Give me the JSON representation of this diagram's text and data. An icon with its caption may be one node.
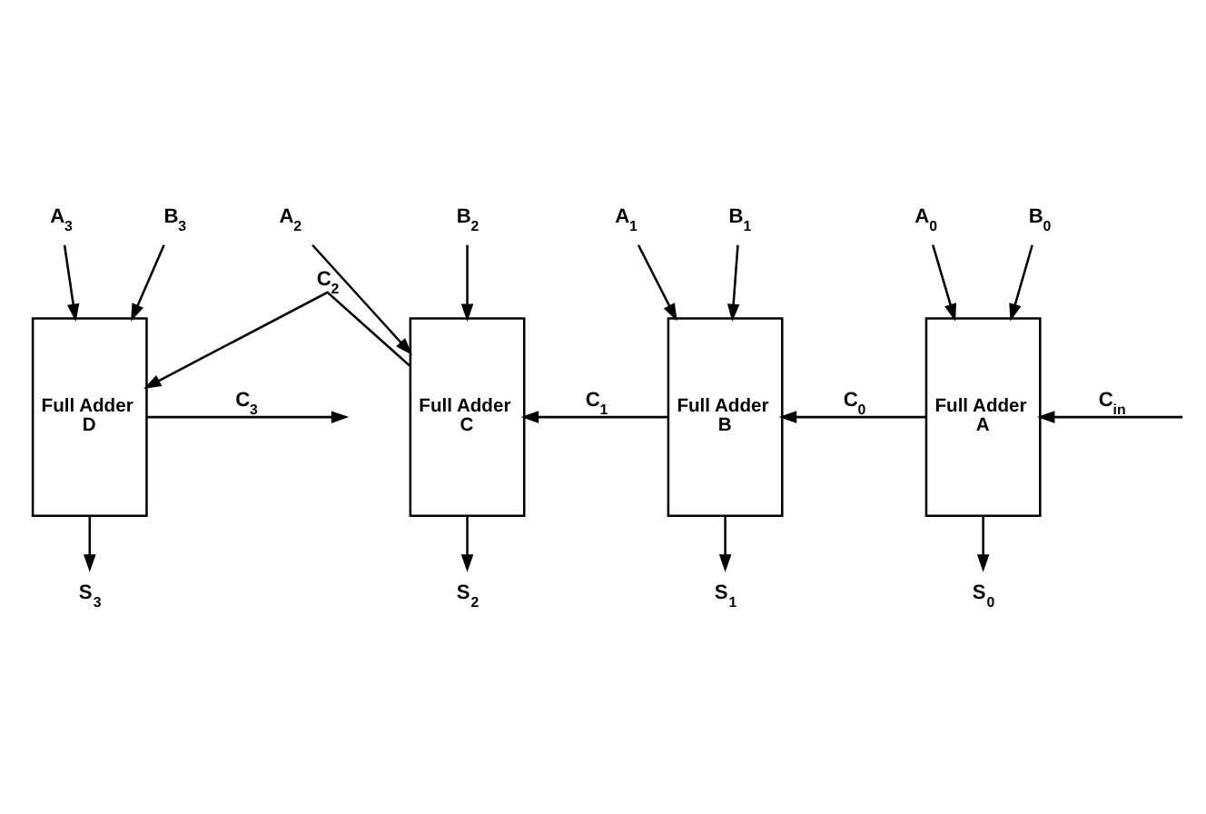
{
  "diagram": {
    "nodes": [
      {
        "text": [
          "A$_{3}$"
        ]
      },
      {
        "text": [
          "B$_{3}$"
        ]
      },
      {
        "text": [
          "A$_{2}$"
        ]
      },
      {
        "text": [
          "B$_{2}$"
        ]
      },
      {
        "text": [
          "A$_{1}$"
        ]
      },
      {
        "text": [
          "B$_{1}$"
        ]
      },
      {
        "text": [
          "A$_{0}$"
        ]
      },
      {
        "text": [
          "B$_{0}$"
        ]
      },
      {
        "text": [
          "Full Adder D"
        ]
      },
      {
        "text": [
          "Full Adder C"
        ]
      },
      {
        "text": [
          "Full Adder B"
        ]
      },
      {
        "text": [
          "Full Adder A"
        ]
      },
      {
        "text": [
          "S$_{3}$"
        ]
      },
      {
        "text": [
          "S$_{2}$"
        ]
      },
      {
        "text": [
          "S$_{1}$"
        ]
      },
      {
        "text": [
          "S$_{0}$"
        ]
      }
    ],
    "edges": [
      {
        "from": 0,
        "to": 8,
        "arrow": "to"
      },
      {
        "from": 1,
        "to": 8,
        "arrow": "to"
      },
      {
        "from": 2,
        "to": 9,
        "arrow": "to"
      },
      {
        "from": 3,
        "to": 9,
        "arrow": "to"
      },
      {
        "from": 4,
        "to": 10,
        "arrow": "to"
      },
      {
        "from": 5,
        "to": 10,
        "arrow": "to"
      },
      {
        "from": 6,
        "to": 11,
        "arrow": "to"
      },
      {
        "from": 7,
        "to": 11,
        "arrow": "to"
      },
      {
        "from": 8,
        "to": null,
        "label": "C$_{3}$",
        "arrow": "to"
      },
      {
        "from": 9,
        "to": 8,
        "label": "C$_{2}$",
        "arrow": "to"
      },
      {
        "from": 10,
        "to": 9,
        "label": "C$_{1}$",
        "arrow": "to"
      },
      {
        "from": 11,
        "to": 10,
        "label": "C$_{0}$",
        "arrow": "to"
      },
      {
        "from": null,
        "to": 11,
        "label": "C$_{in}$",
        "arrow": "to"
      },
      {
        "from": 8,
        "to": 12,
        "arrow": "to"
      },
      {
        "from": 9,
        "to": 13,
        "arrow": "to"
      },
      {
        "from": 10,
        "to": 14,
        "arrow": "to"
      },
      {
        "from": 11,
        "to": 15,
        "arrow": "to"
      }
    ]
  }
}
